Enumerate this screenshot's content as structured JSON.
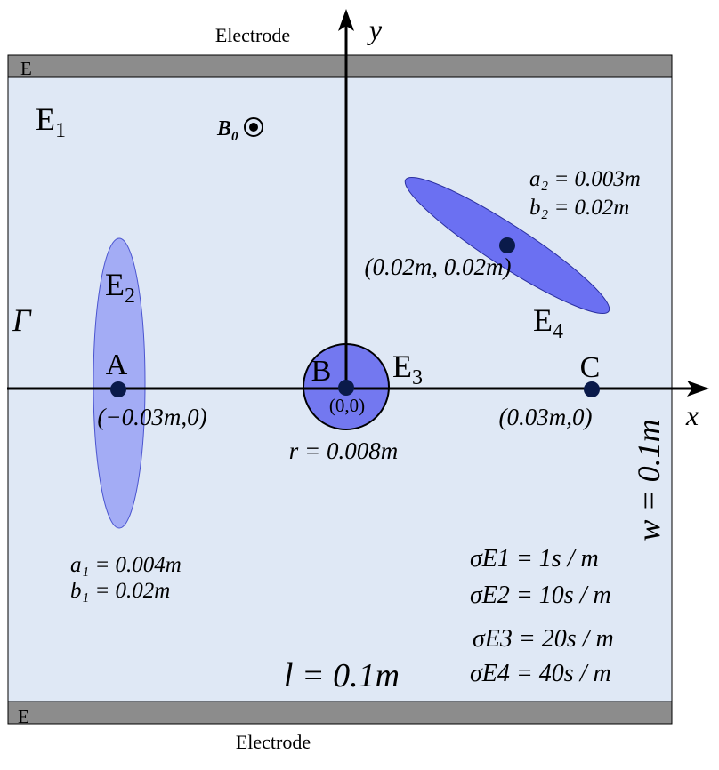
{
  "labels": {
    "electrode_top": "Electrode",
    "electrode_bottom": "Electrode",
    "electrode_top_tag": "E",
    "electrode_bottom_tag": "E",
    "axis_y": "y",
    "axis_x": "x",
    "region_e1": "E",
    "region_e1_sub": "1",
    "region_e2": "E",
    "region_e2_sub": "2",
    "region_e3": "E",
    "region_e3_sub": "3",
    "region_e4": "E",
    "region_e4_sub": "4",
    "boundary": "Γ",
    "field_b": "B",
    "field_b_sub": "0",
    "point_a": "A",
    "point_b": "B",
    "point_c": "C",
    "coord_a": "(−0.03m,0)",
    "coord_b": "(0,0)",
    "coord_c": "(0.03m,0)",
    "coord_e4": "(0.02m, 0.02m)",
    "radius": "r = 0.008m",
    "a1": "a₁ = 0.004m",
    "b1": "b₁ = 0.02m",
    "a2": "a₂ = 0.003m",
    "b2": "b₂ = 0.02m",
    "length": "l = 0.1m",
    "width": "w = 0.1m",
    "sigma1": "σE1 = 1s / m",
    "sigma2": "σE2 = 10s / m",
    "sigma3": "σE3 = 20s / m",
    "sigma4": "σE4 = 40s / m"
  },
  "colors": {
    "domain_fill": "#dfe8f5",
    "electrode_fill": "#8c8c8c",
    "ellipse_e2_fill": "#a3acf5",
    "circle_e3_fill": "#7378f0",
    "ellipse_e4_fill": "#6b70f2",
    "point_fill": "#0a1a4a"
  }
}
